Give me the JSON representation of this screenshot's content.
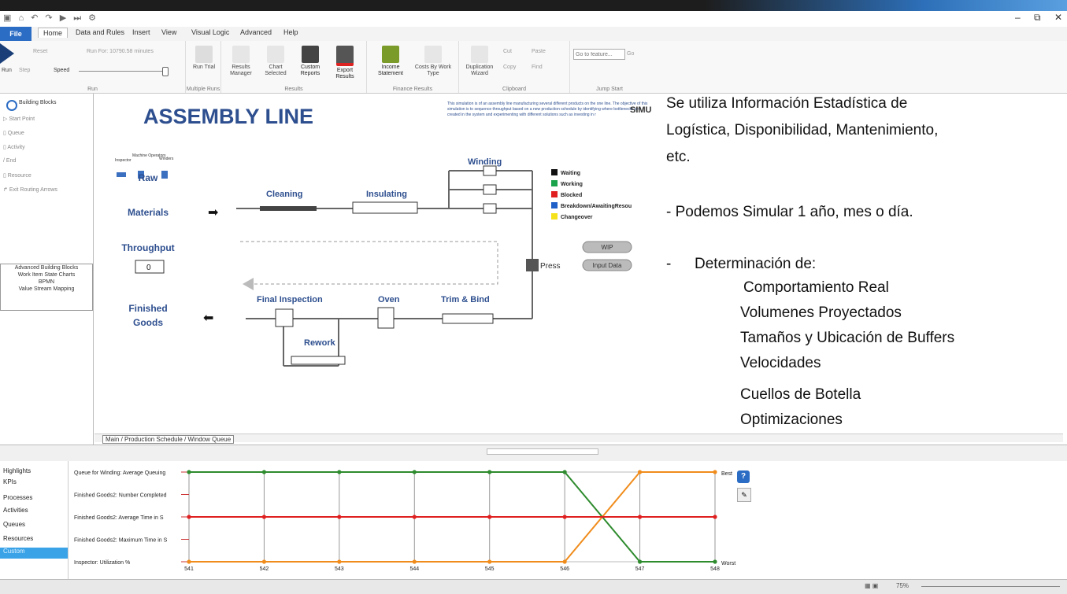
{
  "window": {
    "minimize": "–",
    "restore": "⧉",
    "close": "✕"
  },
  "tabs": [
    "File",
    "Home",
    "Data and Rules",
    "Insert",
    "View",
    "Visual Logic",
    "Advanced",
    "Help"
  ],
  "ribbon": {
    "run_group": {
      "run": "Run",
      "step": "Step",
      "speed": "Speed",
      "reset": "Reset",
      "run_for": "Run For: 10790.58 minutes",
      "label": "Run"
    },
    "multiple_runs": {
      "button": "Run Trial",
      "label": "Multiple Runs"
    },
    "results": {
      "items": [
        "Results Manager",
        "Chart Selected",
        "Custom Reports",
        "Export Results"
      ],
      "label": "Results"
    },
    "finance": {
      "items": [
        "Income Statement",
        "Costs By Work Type"
      ],
      "label": "Finance Results"
    },
    "clipboard": {
      "items": [
        "Duplication Wizard",
        "Cut",
        "Paste",
        "Copy",
        "Find"
      ],
      "label": "Clipboard"
    },
    "jump": {
      "placeholder": "Go to feature...",
      "go": "Go",
      "label": "Jump Start"
    }
  },
  "left_panel": {
    "header": "Building Blocks",
    "items": [
      "Start Point",
      "Queue",
      "Activity",
      "End",
      "Resource",
      "Exit Routing Arrows"
    ],
    "advanced": [
      "Advanced Building Blocks",
      "Work Item State Charts",
      "BPMN",
      "Value Stream Mapping"
    ]
  },
  "canvas": {
    "title": "ASSEMBLY LINE",
    "description": "This simulation is of an assembly line manufacturing several different products on the one line. The objective of this simulation is to sequence throughput based on a new production schedule by identifying where bottlenecks are created in the system and experimenting with different solutions such as investing in r",
    "brand": "SIMU",
    "operators": [
      "Inspector",
      "Machine Operators",
      "Winders"
    ],
    "raw_materials": [
      "Raw",
      "Materials"
    ],
    "throughput_label": "Throughput",
    "throughput_value": "0",
    "finished_goods": [
      "Finished",
      "Goods"
    ],
    "stations": {
      "cleaning": "Cleaning",
      "insulating": "Insulating",
      "winding": "Winding",
      "press": "Press",
      "trim_bind": "Trim & Bind",
      "oven": "Oven",
      "final_inspection": "Final Inspection",
      "rework": "Rework"
    },
    "buttons": {
      "wip": "WIP",
      "input_data": "Input Data"
    },
    "legend": [
      {
        "label": "Waiting",
        "color": "#111111"
      },
      {
        "label": "Working",
        "color": "#1aa34a"
      },
      {
        "label": "Blocked",
        "color": "#e02020"
      },
      {
        "label": "Breakdown/AwaitingResou",
        "color": "#1e5fc8"
      },
      {
        "label": "Changeover",
        "color": "#f5e21a"
      }
    ],
    "sheet_tabs": "Main / Production Schedule / Window Queue"
  },
  "overlay": {
    "line1": "Se utiliza Información Estadística de",
    "line2": "Logística, Disponibilidad, Mantenimiento,",
    "line3": "etc.",
    "line4": "- Podemos Simular 1 año, mes o día.",
    "line5_bullet": "-",
    "line5": "Determinación de:",
    "items": [
      "Comportamiento Real",
      "Volumenes Proyectados",
      "Tamaños y Ubicación de Buffers",
      "Velocidades",
      "Cuellos de Botella",
      "Optimizaciones"
    ]
  },
  "bottom_panel": {
    "menu": [
      "Highlights",
      "KPIs",
      "Processes",
      "Activities",
      "Queues",
      "Resources",
      "Custom"
    ],
    "selected": "Custom"
  },
  "chart_data": {
    "type": "line",
    "x": [
      541,
      542,
      543,
      544,
      545,
      546,
      547,
      548
    ],
    "y_axis_labels": [
      "Queue for Winding: Average Queuing",
      "Finished Goods2: Number Completed",
      "Finished Goods2: Average Time in S",
      "Finished Goods2: Maximum Time in S",
      "Inspector: Utilization %"
    ],
    "best_label": "Best",
    "worst_label": "Worst",
    "ylim": [
      0,
      4
    ],
    "series": [
      {
        "color": "#2e8b2e",
        "values": [
          4,
          4,
          4,
          4,
          4,
          4,
          0,
          0
        ]
      },
      {
        "color": "#f08c1c",
        "values": [
          0,
          0,
          0,
          0,
          0,
          0,
          4,
          4
        ]
      },
      {
        "color": "#e02020",
        "values": [
          2,
          2,
          2,
          2,
          2,
          2,
          2,
          2
        ]
      }
    ]
  },
  "status": {
    "zoom": "75%"
  }
}
